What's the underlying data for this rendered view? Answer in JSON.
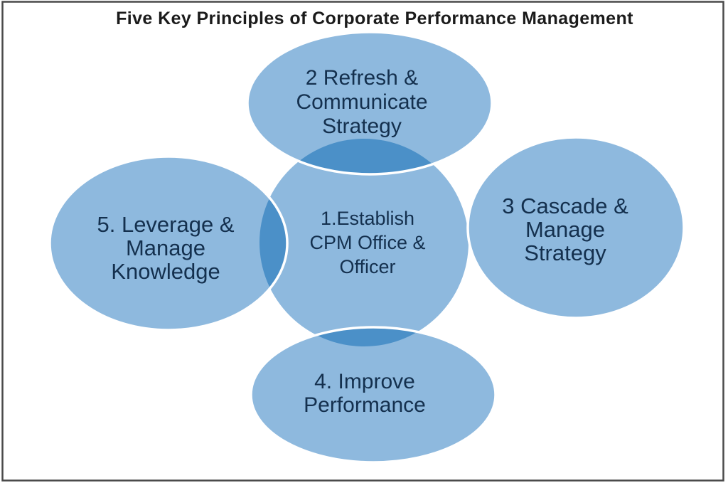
{
  "title": "Five Key Principles of Corporate Performance Management",
  "diagram_type": "venn-style ellipse diagram, four outer ellipses overlapping one central ellipse",
  "colors": {
    "background": "#ffffff",
    "ellipse_fill": "#8eb9de",
    "overlap_fill": "#4b90c8",
    "ellipse_outline": "#ffffff",
    "label_text": "#14304e",
    "title_text": "#1b1b1b",
    "frame_border": "#4a4a4a"
  },
  "principles": [
    {
      "id": 1,
      "position": "center",
      "lines": [
        "1.Establish",
        "CPM Office &",
        "Officer"
      ]
    },
    {
      "id": 2,
      "position": "top",
      "lines": [
        "2 Refresh &",
        "Communicate",
        "Strategy"
      ]
    },
    {
      "id": 3,
      "position": "right",
      "lines": [
        "3 Cascade &",
        "Manage",
        "Strategy"
      ]
    },
    {
      "id": 4,
      "position": "bottom",
      "lines": [
        "4. Improve",
        "Performance"
      ]
    },
    {
      "id": 5,
      "position": "left",
      "lines": [
        "5. Leverage &",
        "Manage",
        "Knowledge"
      ]
    }
  ]
}
